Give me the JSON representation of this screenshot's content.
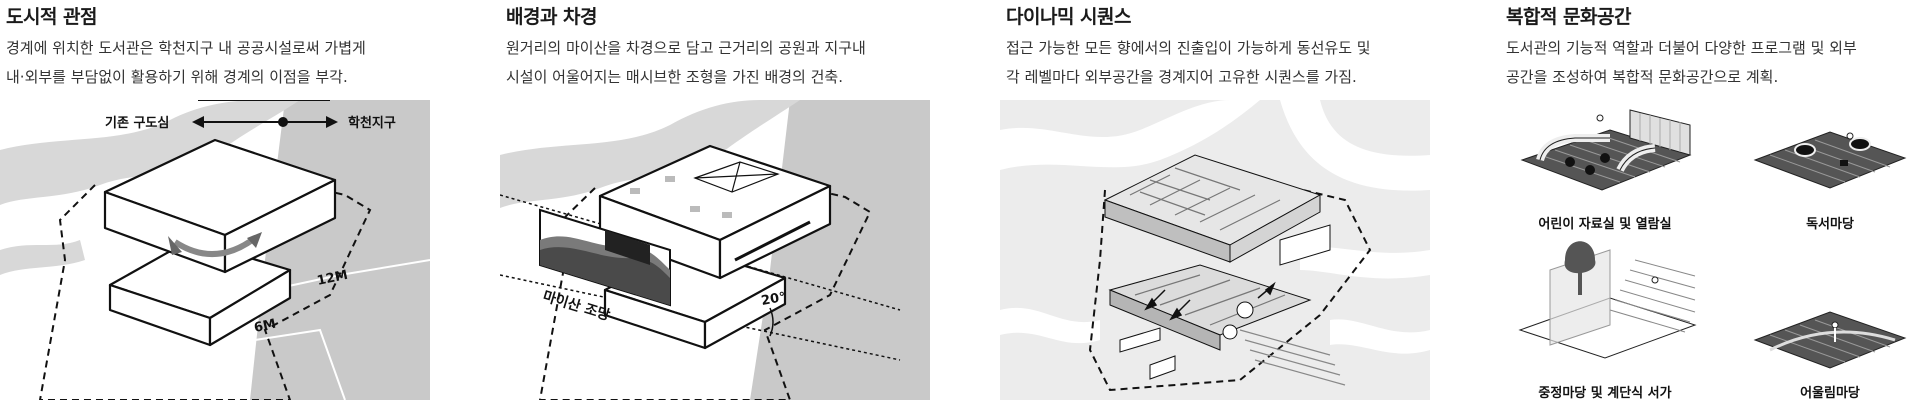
{
  "panels": [
    {
      "title": "도시적 관점",
      "desc": [
        "경계에 위치한 도서관은 학천지구 내 공공시설로써 가볍게",
        "내·외부를 부담없이 활용하기 위해 경계의 이점을 부각."
      ],
      "labels": {
        "left": "기존 구도심",
        "right": "학천지구",
        "h1": "12M",
        "h2": "6M"
      }
    },
    {
      "title": "배경과 차경",
      "desc": [
        "원거리의 마이산을 차경으로 담고 근거리의 공원과 지구내",
        "시설이 어울어지는 매시브한 조형을 가진 배경의 건축."
      ],
      "labels": {
        "view": "마이산 조망",
        "angle": "20°"
      }
    },
    {
      "title": "다이나믹 시퀀스",
      "desc": [
        "접근 가능한 모든 향에서의 진출입이 가능하게 동선유도 및",
        "각 레벨마다 외부공간을 경계지어 고유한 시퀀스를 가짐."
      ]
    },
    {
      "title": "복합적 문화공간",
      "desc": [
        "도서관의 기능적 역할과 더불어 다양한 프로그램 및 외부",
        "공간을 조성하여 복합적 문화공간으로  계획."
      ],
      "programs": [
        "어린이 자료실 및 열람실",
        "독서마당",
        "중정마당 및 계단식 서가",
        "어울림마당"
      ]
    }
  ]
}
